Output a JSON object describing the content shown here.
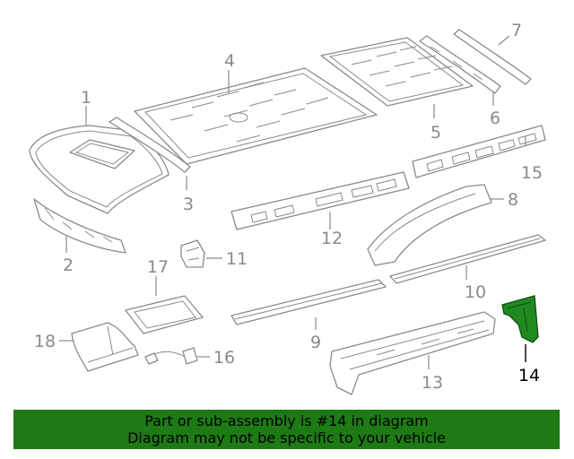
{
  "diagram": {
    "callouts": [
      "1",
      "2",
      "3",
      "4",
      "5",
      "6",
      "7",
      "8",
      "9",
      "10",
      "11",
      "12",
      "13",
      "14",
      "15",
      "16",
      "17",
      "18"
    ],
    "highlighted_part": "14",
    "highlight_color": "#1f8a1f",
    "line_color": "#8a8a8a"
  },
  "banner": {
    "line1": "Part or sub-assembly is #14 in diagram",
    "line2": "Diagram may not be specific to your vehicle",
    "background": "#1e7a14"
  }
}
